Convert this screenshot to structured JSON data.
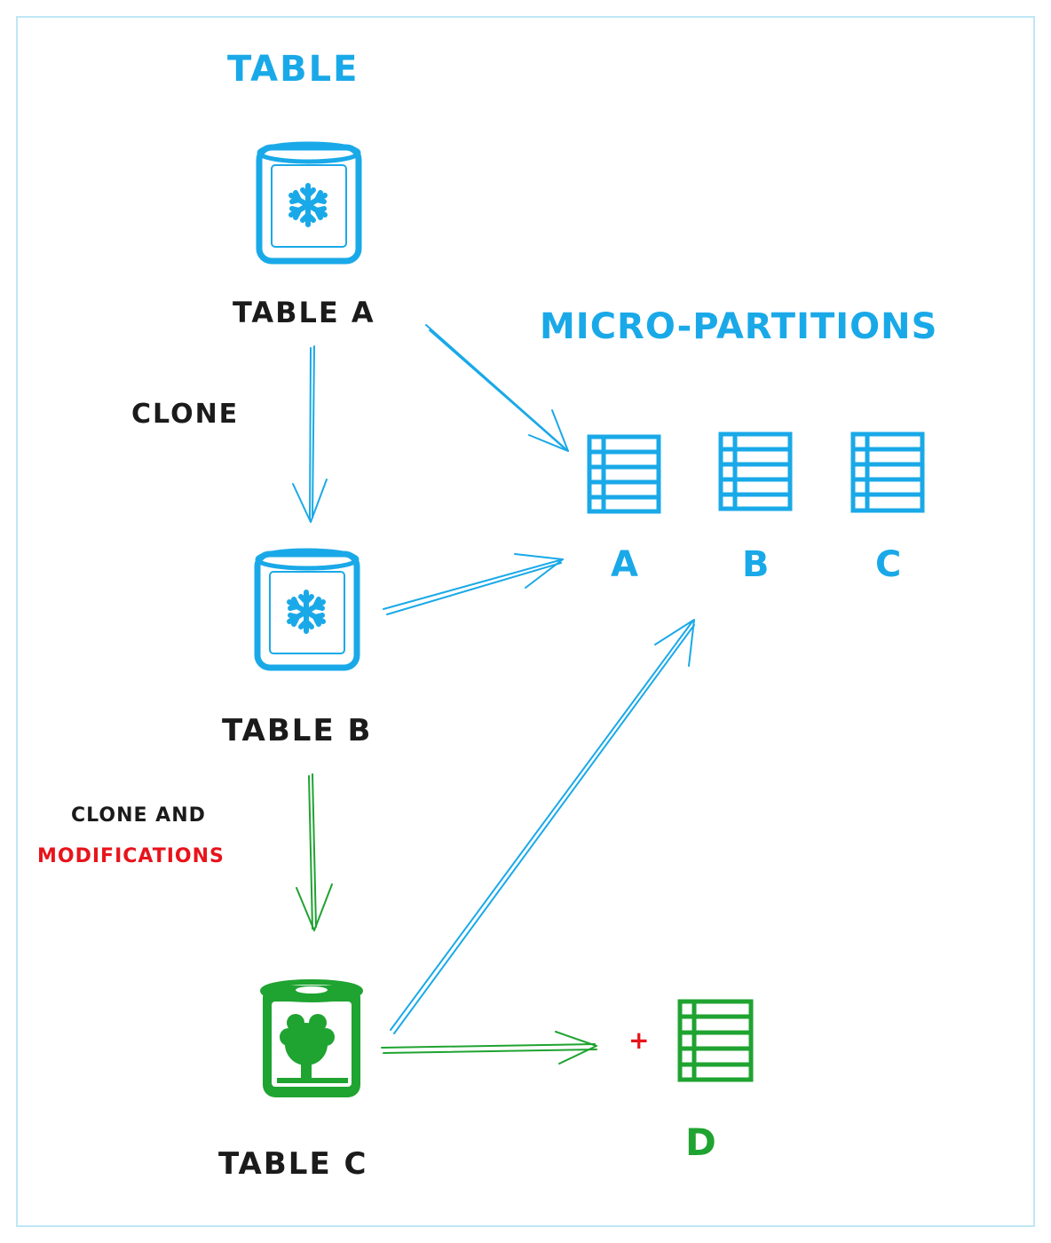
{
  "heading": "TABLE",
  "micro_heading": "MICRO-PARTITIONS",
  "tables": {
    "a": "TABLE A",
    "b": "TABLE B",
    "c": "TABLE C"
  },
  "edges": {
    "clone": "CLONE",
    "clone_and": "CLONE AND",
    "modifications": "MODIFICATIONS"
  },
  "partitions": [
    "A",
    "B",
    "C"
  ],
  "new_partition": {
    "plus": "+",
    "label": "D"
  },
  "colors": {
    "blue": "#1aa9e8",
    "green": "#1fa331",
    "red": "#e8141b",
    "dark": "#1b1b1b"
  },
  "icons": {
    "table_a": "snowflake-database-icon",
    "table_b": "snowflake-database-icon",
    "table_c": "modified-database-icon",
    "partition": "micro-partition-icon"
  }
}
